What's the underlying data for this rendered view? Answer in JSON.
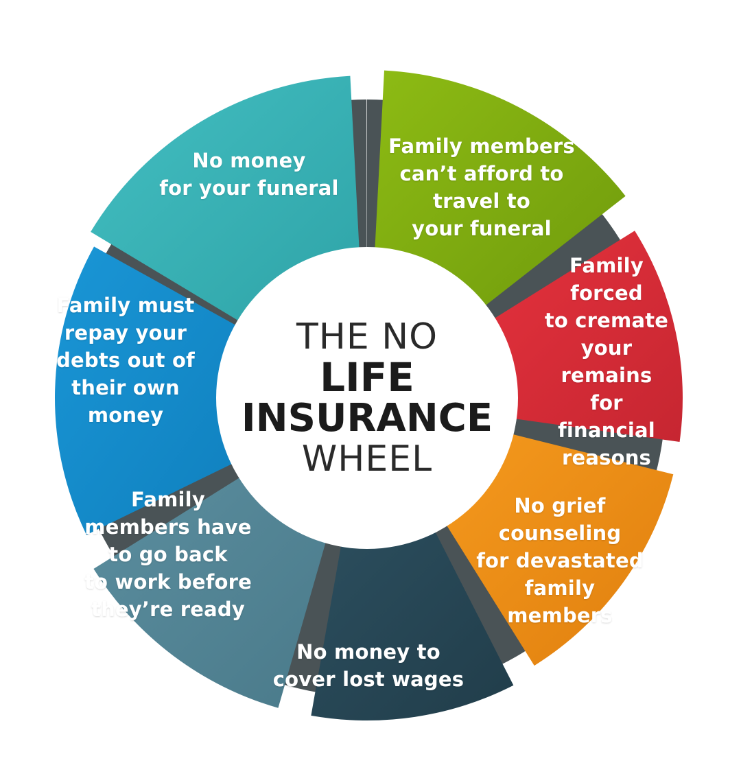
{
  "center": {
    "line1": "THE NO",
    "line2": "LIFE",
    "line3": "INSURANCE",
    "line4": "WHEEL"
  },
  "segments": [
    {
      "id": "no-money-funeral",
      "text": "No money\nfor your funeral",
      "color": "#43bec1",
      "color_dark": "#2ea3a7"
    },
    {
      "id": "family-travel",
      "text": "Family members\ncan’t afford to\ntravel to\nyour funeral",
      "color": "#8dbb14",
      "color_dark": "#6f9a0c"
    },
    {
      "id": "family-cremate",
      "text": "Family forced\nto cremate\nyour remains\nfor financial\nreasons",
      "color": "#e5323d",
      "color_dark": "#c62631"
    },
    {
      "id": "grief-counseling",
      "text": "No grief\ncounseling\nfor devastated\nfamily\nmembers",
      "color": "#f59a1e",
      "color_dark": "#e07f0e"
    },
    {
      "id": "lost-wages",
      "text": "No money to\ncover lost wages",
      "color": "#2c4f5f",
      "color_dark": "#213d4a"
    },
    {
      "id": "back-to-work",
      "text": "Family\nmembers have\nto go back\nto work before\nthey’re ready",
      "color": "#5b8e9f",
      "color_dark": "#4a7a8a"
    },
    {
      "id": "repay-debts",
      "text": "Family must\nrepay your\ndebts out of\ntheir own\nmoney",
      "color": "#1a96d6",
      "color_dark": "#0f7fbd"
    }
  ],
  "separator_color": "#4a5356"
}
